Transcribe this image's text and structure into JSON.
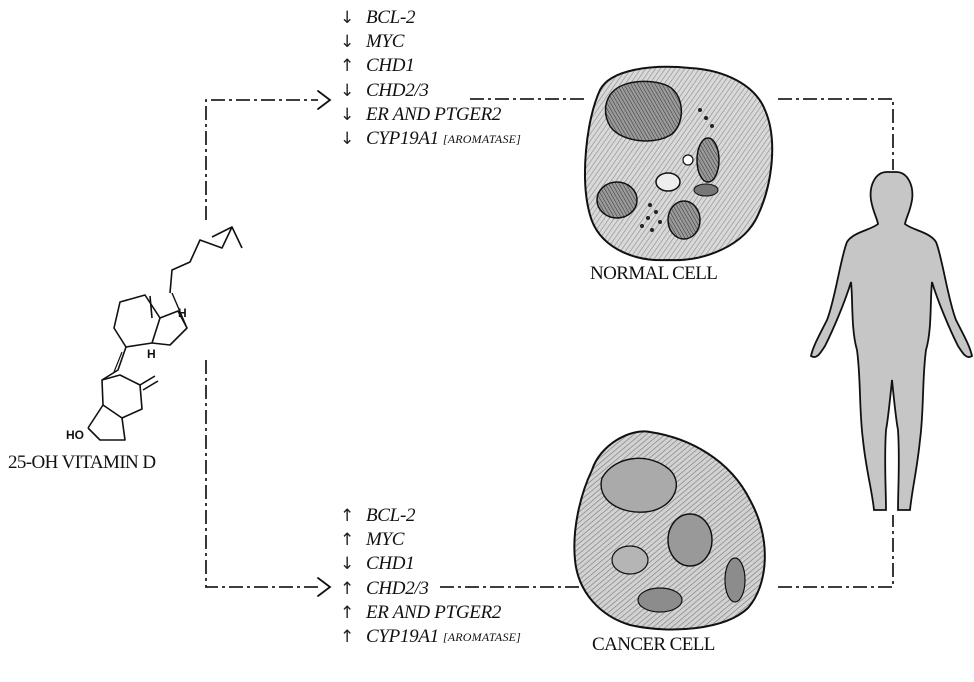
{
  "compound": {
    "label": "25-OH VITAMIN D",
    "atoms": {
      "ho": "HO",
      "h1": "H",
      "h2": "H"
    }
  },
  "normal_branch": {
    "cell_label": "NORMAL CELL",
    "genes": [
      {
        "direction": "down",
        "symbol": "↓",
        "name": "BCL-2",
        "note": ""
      },
      {
        "direction": "down",
        "symbol": "↓",
        "name": "MYC",
        "note": ""
      },
      {
        "direction": "up",
        "symbol": "↑",
        "name": "CHD1",
        "note": ""
      },
      {
        "direction": "down",
        "symbol": "↓",
        "name": "CHD2/3",
        "note": ""
      },
      {
        "direction": "down",
        "symbol": "↓",
        "name": "ER AND PTGER2",
        "note": ""
      },
      {
        "direction": "down",
        "symbol": "↓",
        "name": "CYP19A1",
        "note": "[AROMATASE]"
      }
    ]
  },
  "cancer_branch": {
    "cell_label": "CANCER CELL",
    "genes": [
      {
        "direction": "up",
        "symbol": "↑",
        "name": "BCL-2",
        "note": ""
      },
      {
        "direction": "up",
        "symbol": "↑",
        "name": "MYC",
        "note": ""
      },
      {
        "direction": "down",
        "symbol": "↓",
        "name": "CHD1",
        "note": ""
      },
      {
        "direction": "up",
        "symbol": "↑",
        "name": "CHD2/3",
        "note": ""
      },
      {
        "direction": "up",
        "symbol": "↑",
        "name": "ER AND PTGER2",
        "note": ""
      },
      {
        "direction": "up",
        "symbol": "↑",
        "name": "CYP19A1",
        "note": "[AROMATASE]"
      }
    ]
  },
  "colors": {
    "ink": "#111111",
    "cell_fill": "#cfcfcf",
    "cell_dark": "#6a6a6a",
    "body_fill": "#c9c9c9"
  }
}
